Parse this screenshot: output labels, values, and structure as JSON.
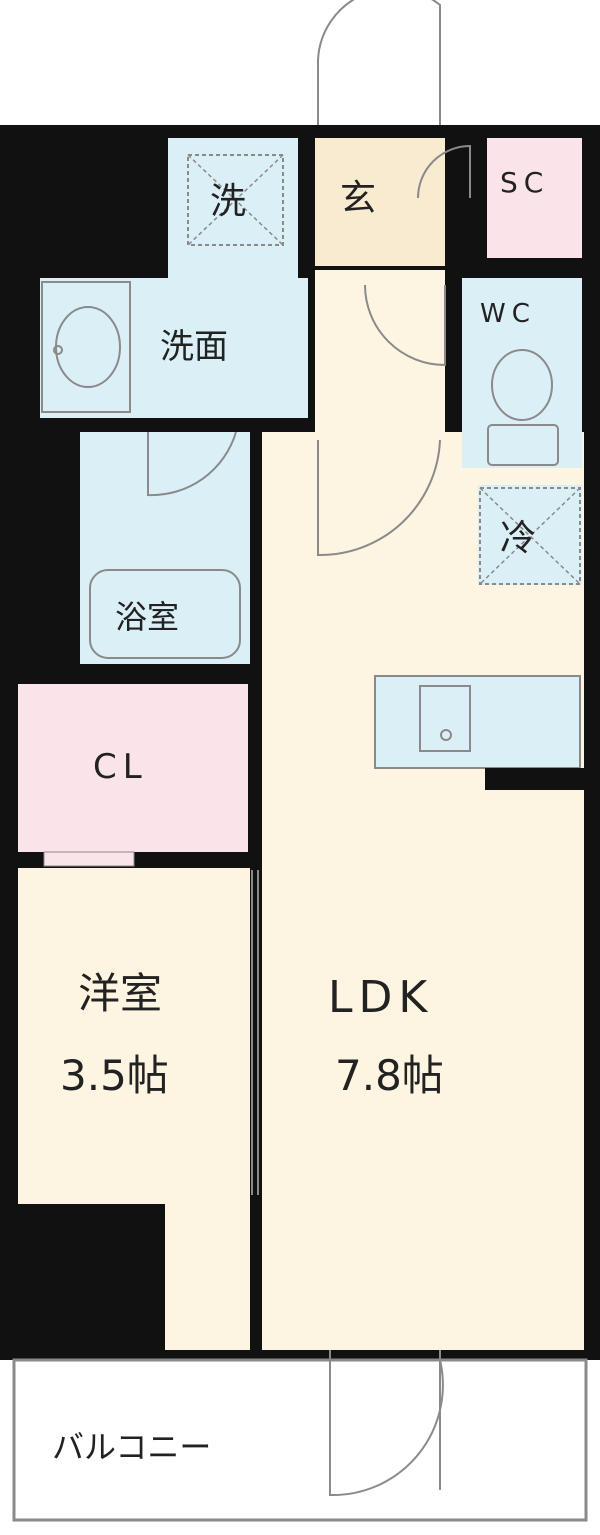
{
  "plan": {
    "rooms": {
      "entrance": "玄",
      "shoe_closet": "SC",
      "washer": "洗",
      "washroom": "洗面",
      "toilet": "WC",
      "fridge": "冷",
      "bathroom": "浴室",
      "closet": "CL",
      "western_room_name": "洋室",
      "western_room_size": "3.5帖",
      "ldk_name": "LDK",
      "ldk_size": "7.8帖",
      "balcony": "バルコニー"
    },
    "colors": {
      "wall": "#111111",
      "floor": "#fdf5e1",
      "wet_area": "#dbeff6",
      "storage": "#fbe3ea",
      "line": "#8a8a8a"
    }
  }
}
